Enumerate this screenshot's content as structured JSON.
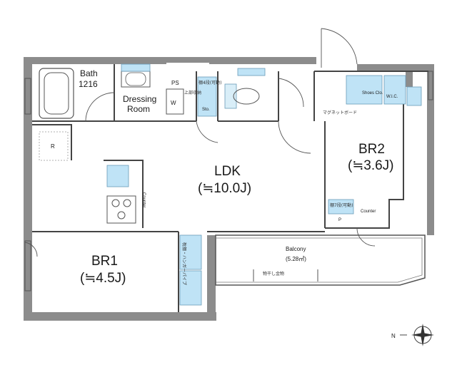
{
  "rooms": {
    "bath": {
      "name": "Bath",
      "size": "1216"
    },
    "dressing": {
      "line1": "Dressing",
      "line2": "Room"
    },
    "ldk": {
      "name": "LDK",
      "area": "(≒10.0J)"
    },
    "br1": {
      "name": "BR1",
      "area": "(≒4.5J)"
    },
    "br2": {
      "name": "BR2",
      "area": "(≒3.6J)"
    },
    "balcony": {
      "name": "Balcony",
      "area": "(5.28㎡)"
    }
  },
  "labels": {
    "ps": "PS",
    "w": "W",
    "sto": "Sto.",
    "r": "R",
    "p": "P",
    "counter_br2": "Counter",
    "counter_kitchen": "Counter",
    "wic": "W.I.C.",
    "shoes_clo": "Shoes Clo.",
    "shelf_movable": "棚4段(可動)",
    "shelf_7": "棚7段(可動)",
    "magnet_board": "マグネットボード",
    "laundry_rack": "物干し金物",
    "upper_storage": "上部収納",
    "pipe_rack": "枕棚・ハンガーパイプ"
  },
  "compass": {
    "label": "N"
  }
}
